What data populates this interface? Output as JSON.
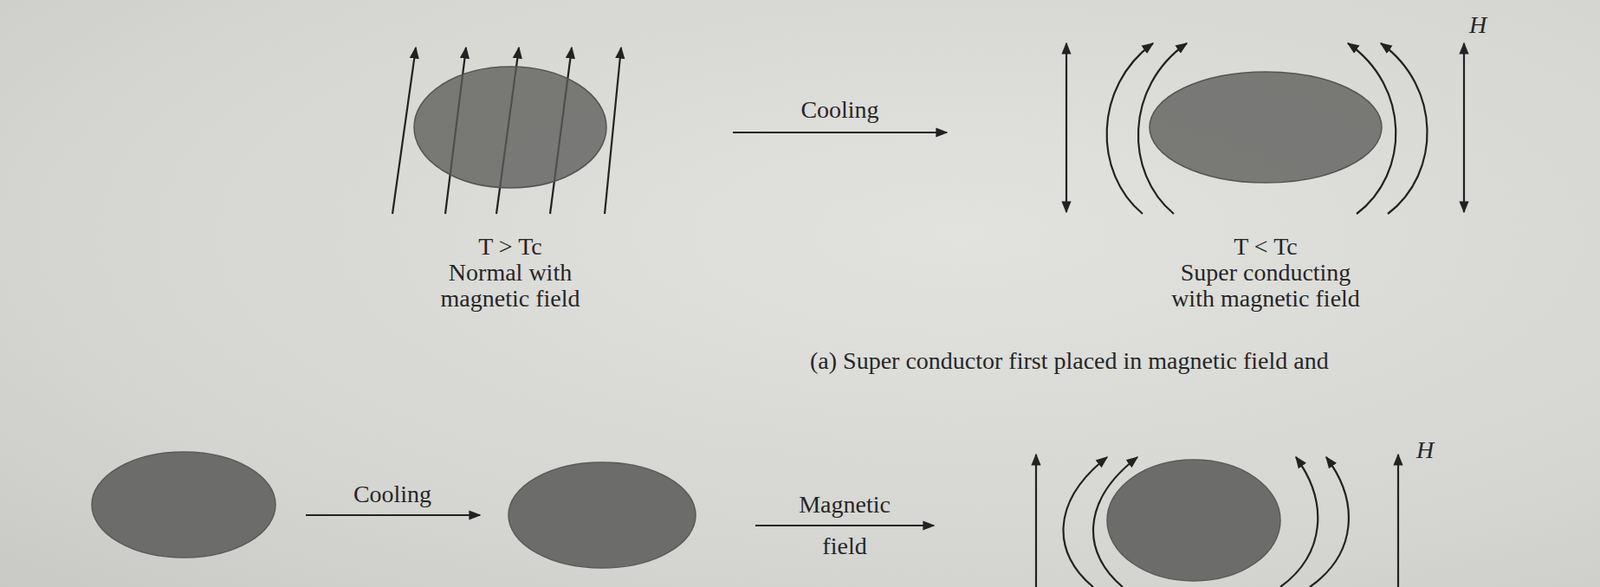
{
  "diagram": {
    "caption": "(a) Super conductor first placed in magnetic field and",
    "nodes": [
      {
        "text": [
          "T > Tc",
          "Normal with magnetic field"
        ]
      },
      {
        "text": [
          "T < Tc",
          "Super conducting with magnetic field"
        ]
      }
    ],
    "edges": [
      {
        "from": 0,
        "to": 1,
        "label": "Cooling",
        "arrow": "to"
      }
    ],
    "labels": [
      "H",
      "Cooling",
      "Magnetic field",
      "H"
    ]
  }
}
